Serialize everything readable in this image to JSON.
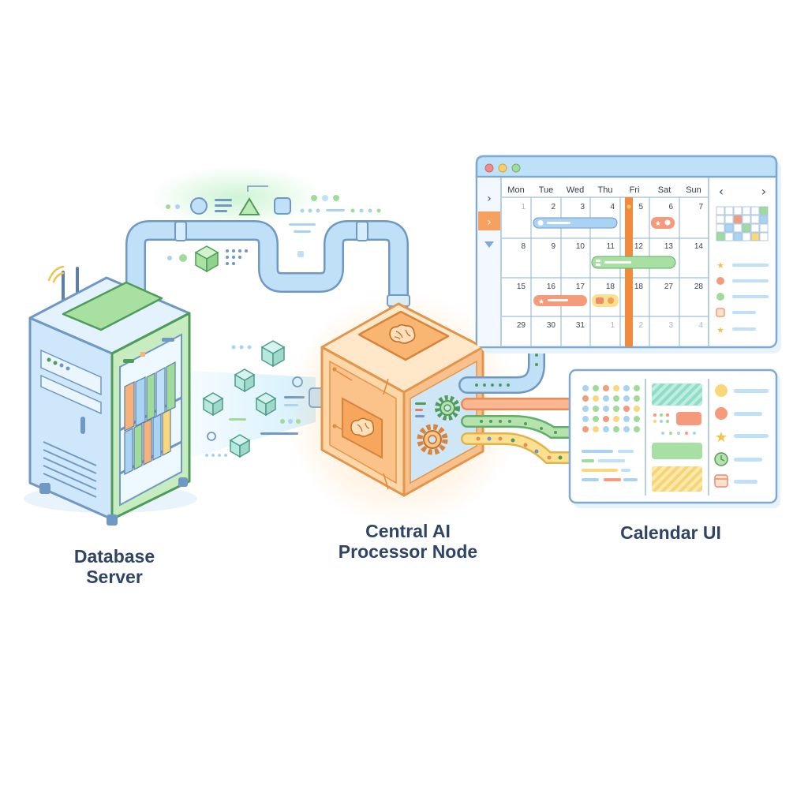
{
  "labels": {
    "database": [
      "Database",
      "Server"
    ],
    "processor": [
      "Central AI",
      "Processor Node"
    ],
    "calendar": [
      "Calendar UI"
    ]
  },
  "calendar": {
    "weekdays": [
      "Mon",
      "Tue",
      "Wed",
      "Thu",
      "Fri",
      "Sat",
      "Sun"
    ],
    "weeks": [
      [
        "1",
        "2",
        "3",
        "4",
        "5",
        "6",
        "7"
      ],
      [
        "8",
        "9",
        "10",
        "11",
        "12",
        "13",
        "14"
      ],
      [
        "15",
        "16",
        "17",
        "18",
        "18",
        "27",
        "28"
      ],
      [
        "29",
        "30",
        "31",
        "1",
        "2",
        "3",
        "4"
      ]
    ],
    "dim_cells": [
      [
        0,
        0
      ],
      [
        3,
        3
      ],
      [
        3,
        4
      ],
      [
        3,
        5
      ],
      [
        3,
        6
      ]
    ],
    "nav_prev": "‹",
    "nav_next": "›"
  },
  "colors": {
    "ink": "#2f4566",
    "pipe_blue": "#a9d3f3",
    "server_green": "#9fdc9a",
    "processor_orange": "#f7b46e",
    "calendar_highlight": "#f08a3c",
    "window_bar": "#bfe1f8"
  },
  "icons": {
    "processor_top": "brain-icon",
    "processor_front": "brain-chip-icon",
    "processor_side": "gear-icon",
    "window_controls": [
      "red-dot",
      "yellow-dot",
      "green-dot"
    ]
  }
}
